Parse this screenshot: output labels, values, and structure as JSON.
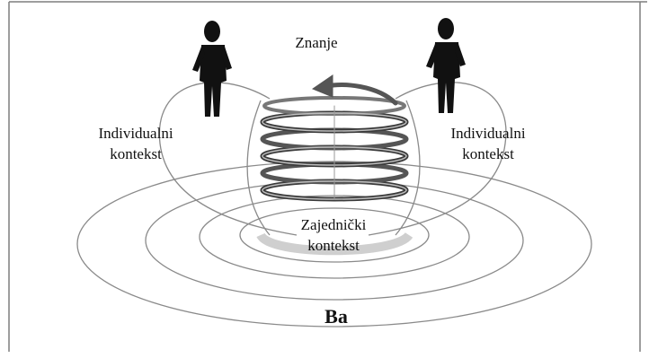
{
  "diagram": {
    "title": "Znanje",
    "left_context": "Individualni\nkontekst",
    "right_context": "Individualni\nkontekst",
    "shared_context": "Zajednički\nkontekst",
    "base": "Ba"
  },
  "colors": {
    "frame": "#7f7f7f",
    "ellipse_stroke": "#8a8a8a",
    "spiral_dark": "#3a3a3a",
    "spiral_light": "#bdbdbd",
    "figure": "#111111"
  },
  "icons": [
    "person-left-icon",
    "person-right-icon",
    "spiral-arrow-icon"
  ]
}
